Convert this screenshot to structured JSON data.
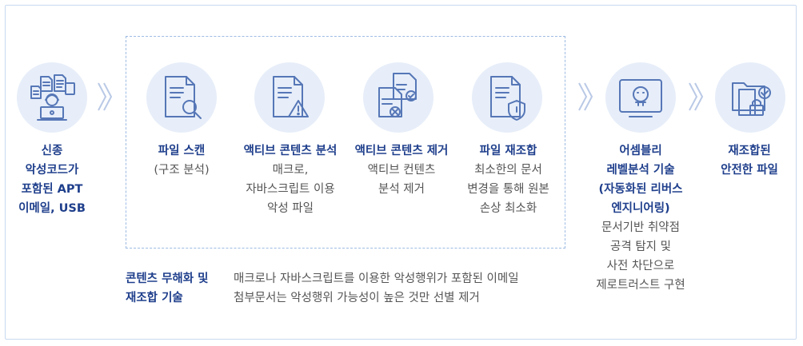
{
  "steps": [
    {
      "id": "source",
      "title_lines": [
        "신종",
        "악성코드가",
        "포함된 APT",
        "이메일, USB"
      ],
      "desc_lines": []
    },
    {
      "id": "file-scan",
      "title_lines": [
        "파일 스캔"
      ],
      "desc_lines": [
        "(구조 분석)"
      ]
    },
    {
      "id": "active-analysis",
      "title_lines": [
        "액티브 콘텐츠 분석"
      ],
      "desc_lines": [
        "매크로,",
        "자바스크립트 이용",
        "악성 파일"
      ]
    },
    {
      "id": "active-removal",
      "title_lines": [
        "액티브 콘텐츠 제거"
      ],
      "desc_lines": [
        "액티브 컨텐츠",
        "분석 제거"
      ]
    },
    {
      "id": "file-rebuild",
      "title_lines": [
        "파일 재조합"
      ],
      "desc_lines": [
        "최소한의 문서",
        "변경을 통해 원본",
        "손상 최소화"
      ]
    },
    {
      "id": "reverse-engineering",
      "title_lines": [
        "어셈블리",
        "레벨분석 기술",
        "(자동화된 리버스",
        "엔지니어링)"
      ],
      "desc_lines": [
        "문서기반 취약점",
        "공격 탐지 및",
        "사전 차단으로",
        "제로트러스트 구현"
      ]
    },
    {
      "id": "safe-file",
      "title_lines": [
        "재조합된",
        "안전한 파일"
      ],
      "desc_lines": []
    }
  ],
  "footer": {
    "title_lines": [
      "콘텐츠 무해화 및",
      "재조합 기술"
    ],
    "desc_lines": [
      "매크로나 자바스크립트를 이용한 악성행위가 포함된 이메일",
      "첨부문서는 악성행위 가능성이 높은 것만 선별 제거"
    ]
  },
  "colors": {
    "accent": "#1f3f8c",
    "icon_stroke": "#5677b7",
    "circle_bg": "#e7eef9",
    "chevron": "#b9c9e6",
    "dashed_border": "#9dbbe3"
  }
}
